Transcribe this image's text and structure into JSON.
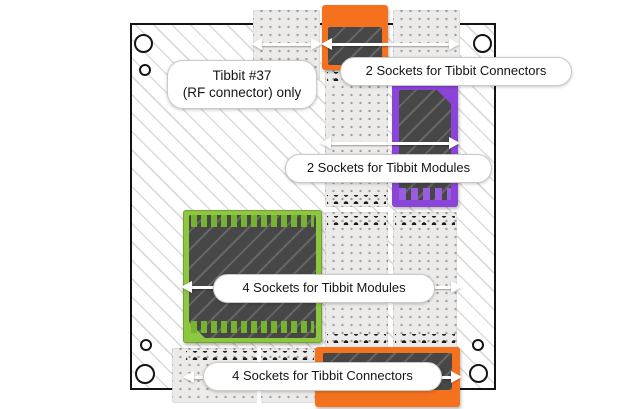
{
  "callouts": {
    "rf_only": {
      "line1": "Tibbit #37",
      "line2": "(RF connector) only"
    },
    "top_connectors": "2 Sockets for Tibbit Connectors",
    "mid_modules": "2 Sockets for Tibbit Modules",
    "lower_modules": "4 Sockets for Tibbit Modules",
    "bottom_connectors": "4 Sockets for Tibbit Connectors"
  },
  "colors": {
    "orange": "#f4711d",
    "purple": "#8b44d8",
    "green": "#8dc63f",
    "module_fill": "#474747",
    "strip": "#edebe9",
    "board_outline": "#141414",
    "hatch_line": "#dbdbdb"
  }
}
